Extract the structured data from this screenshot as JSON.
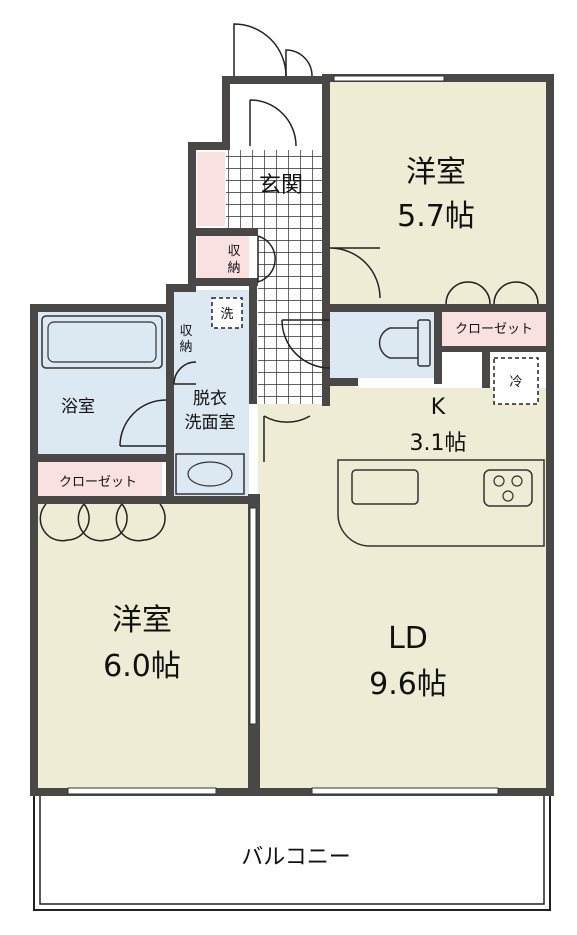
{
  "rooms": {
    "western_room_1": {
      "name": "洋室",
      "size": "5.7帖"
    },
    "entrance": {
      "name": "玄関"
    },
    "storage_1": {
      "line1": "収",
      "line2": "納"
    },
    "storage_2": {
      "line1": "収",
      "line2": "納"
    },
    "closet_1": {
      "name": "クローゼット"
    },
    "bathroom": {
      "name": "浴室"
    },
    "dressing": {
      "line1": "脱衣",
      "line2": "洗面室"
    },
    "kitchen": {
      "name": "K",
      "size": "3.1帖"
    },
    "closet_2": {
      "name": "クローゼット"
    },
    "western_room_2": {
      "name": "洋室",
      "size": "6.0帖"
    },
    "living_dining": {
      "name": "LD",
      "size": "9.6帖"
    },
    "balcony": {
      "name": "バルコニー"
    }
  },
  "symbols": {
    "washer": "洗",
    "fridge": "冷"
  },
  "colors": {
    "wall": "#4a4747",
    "room_fill": "#efecd6",
    "wet_fill": "#dde9f2",
    "closet_fill": "#f9e1e1",
    "tile_line": "#2c2c2c"
  }
}
